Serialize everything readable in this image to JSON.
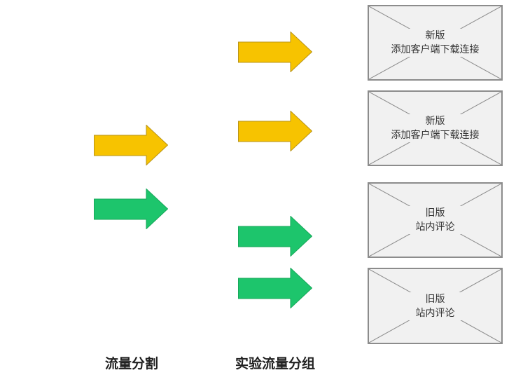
{
  "colors": {
    "yellow": "#f7c300",
    "yellow_stroke": "#b99418",
    "green": "#1dc56c",
    "green_stroke": "#17a85a",
    "box_fill": "#f1f1f1",
    "box_border": "#8c8c8c"
  },
  "boxes": [
    {
      "line1": "新版",
      "line2": "添加客户端下载连接"
    },
    {
      "line1": "新版",
      "line2": "添加客户端下载连接"
    },
    {
      "line1": "旧版",
      "line2": "站内评论"
    },
    {
      "line1": "旧版",
      "line2": "站内评论"
    }
  ],
  "labels": {
    "split": "流量分割",
    "groups": "实验流量分组"
  }
}
